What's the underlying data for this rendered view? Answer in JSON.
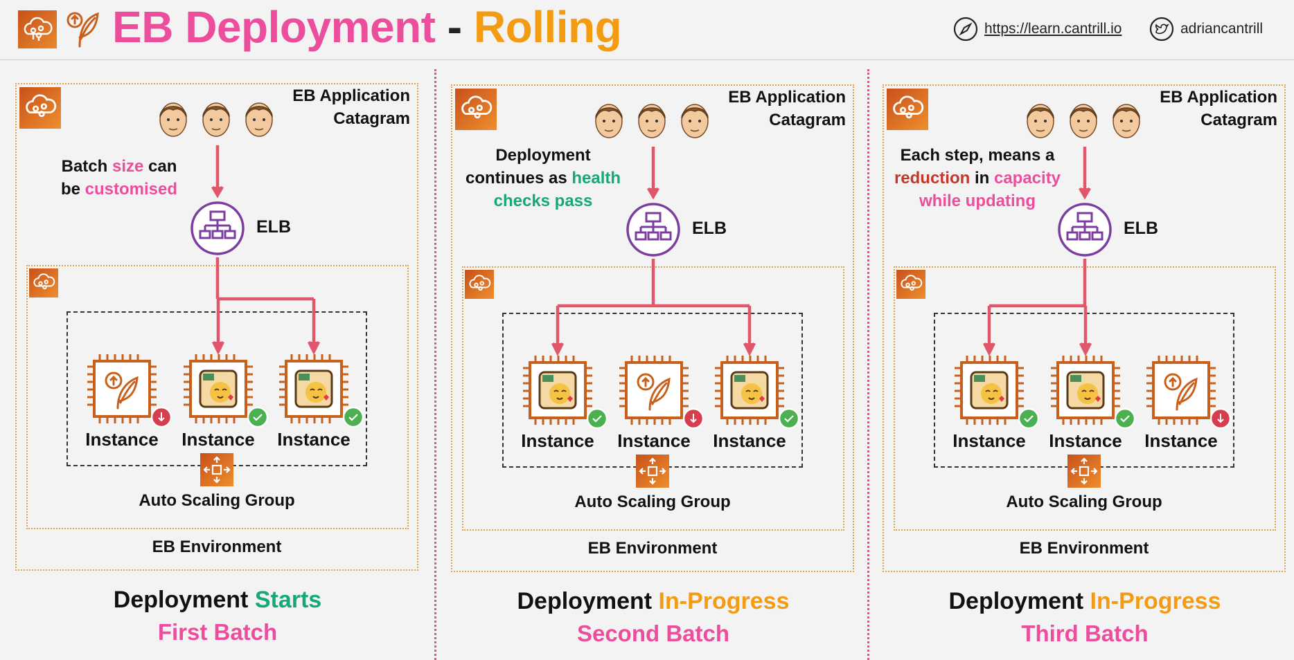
{
  "header": {
    "title_part1": "EB Deployment",
    "title_sep": "-",
    "title_part2": "Rolling",
    "link_url": "https://learn.cantrill.io",
    "twitter_handle": "adriancantrill"
  },
  "panels": [
    {
      "app_title_line1": "EB Application",
      "app_title_line2": "Catagram",
      "note": {
        "line1": [
          "Batch ",
          "size",
          " can"
        ],
        "line2": [
          "be ",
          "customised"
        ]
      },
      "elb_label": "ELB",
      "instances": [
        {
          "label": "Instance",
          "state": "old",
          "badge": "down"
        },
        {
          "label": "Instance",
          "state": "new",
          "badge": "ok"
        },
        {
          "label": "Instance",
          "state": "new",
          "badge": "ok"
        }
      ],
      "asg_label": "Auto Scaling Group",
      "env_label": "EB Environment",
      "footer_line1": [
        "Deployment ",
        "Starts"
      ],
      "footer_line2": "First Batch"
    },
    {
      "app_title_line1": "EB Application",
      "app_title_line2": "Catagram",
      "note": {
        "line1": [
          "Deployment"
        ],
        "line2": [
          "continues as ",
          "health"
        ],
        "line3": [
          "checks pass"
        ]
      },
      "elb_label": "ELB",
      "instances": [
        {
          "label": "Instance",
          "state": "new",
          "badge": "ok"
        },
        {
          "label": "Instance",
          "state": "old",
          "badge": "down"
        },
        {
          "label": "Instance",
          "state": "new",
          "badge": "ok"
        }
      ],
      "asg_label": "Auto Scaling Group",
      "env_label": "EB Environment",
      "footer_line1": [
        "Deployment ",
        "In-Progress"
      ],
      "footer_line2": "Second Batch"
    },
    {
      "app_title_line1": "EB Application",
      "app_title_line2": "Catagram",
      "note": {
        "line1": [
          "Each step, means a"
        ],
        "line2": [
          "reduction",
          " in ",
          "capacity"
        ],
        "line3": [
          "while updating"
        ]
      },
      "elb_label": "ELB",
      "instances": [
        {
          "label": "Instance",
          "state": "new",
          "badge": "ok"
        },
        {
          "label": "Instance",
          "state": "new",
          "badge": "ok"
        },
        {
          "label": "Instance",
          "state": "old",
          "badge": "down"
        }
      ],
      "asg_label": "Auto Scaling Group",
      "env_label": "EB Environment",
      "footer_line1": [
        "Deployment ",
        "In-Progress"
      ],
      "footer_line2": "Third Batch"
    }
  ],
  "colors": {
    "arrow": "#e0566b",
    "elb": "#7b3ea0",
    "chip": "#c8601c",
    "accent_pink": "#ec4d9c",
    "accent_orange": "#f39c12",
    "accent_green": "#17a77a",
    "badge_ok": "#4caf50",
    "badge_down": "#d63e4d"
  },
  "icons": {
    "logo": "beanstalk-cloud-icon",
    "sprout": "sprout-icon",
    "link": "compass-icon",
    "twitter": "twitter-icon"
  }
}
